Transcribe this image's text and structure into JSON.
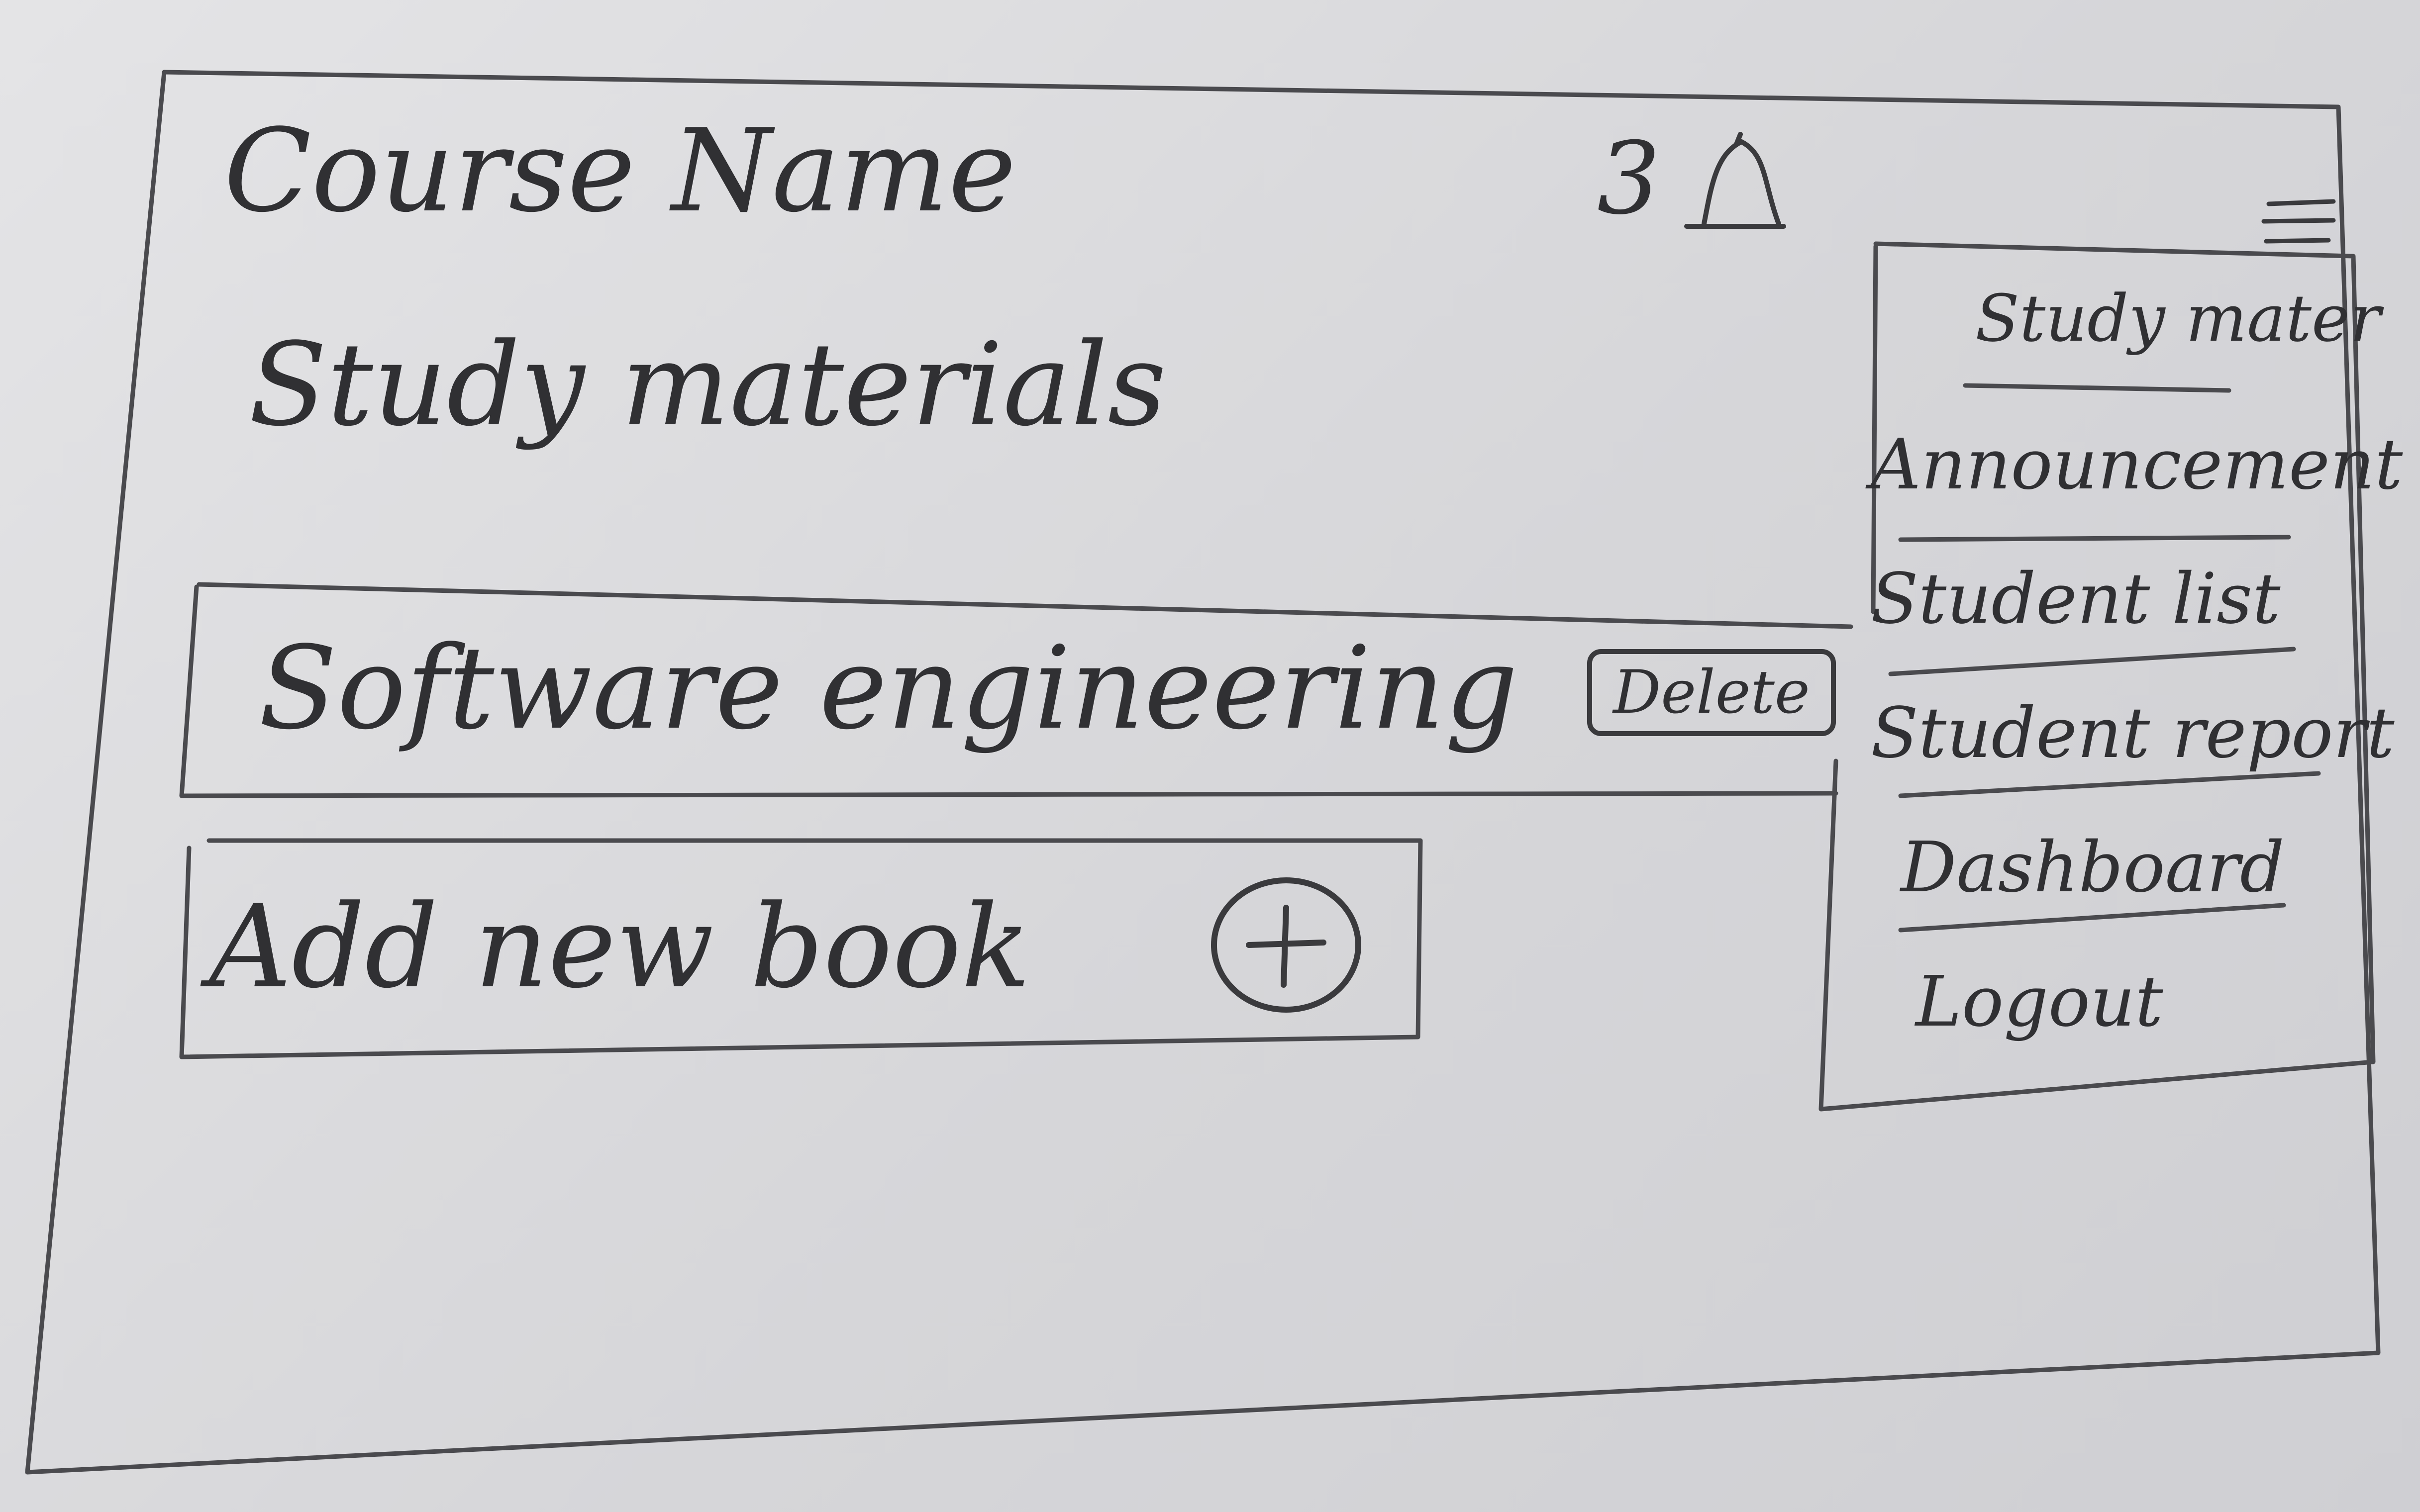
{
  "header": {
    "title": "Course Name",
    "notification_count": "3",
    "bell_icon": "bell-icon",
    "menu_icon": "hamburger-menu-icon"
  },
  "main": {
    "section_title": "Study materials",
    "materials": [
      {
        "name": "Software engineering",
        "delete_label": "Delete"
      }
    ],
    "add_book_label": "Add new book",
    "add_icon": "plus-circle-icon"
  },
  "menu": {
    "items": [
      {
        "label": "Study mater"
      },
      {
        "label": "Announcement"
      },
      {
        "label": "Student list"
      },
      {
        "label": "Student report"
      },
      {
        "label": "Dashboard"
      },
      {
        "label": "Logout"
      }
    ]
  },
  "colors": {
    "paper": "#e4e4e6",
    "ink": "#303033"
  }
}
